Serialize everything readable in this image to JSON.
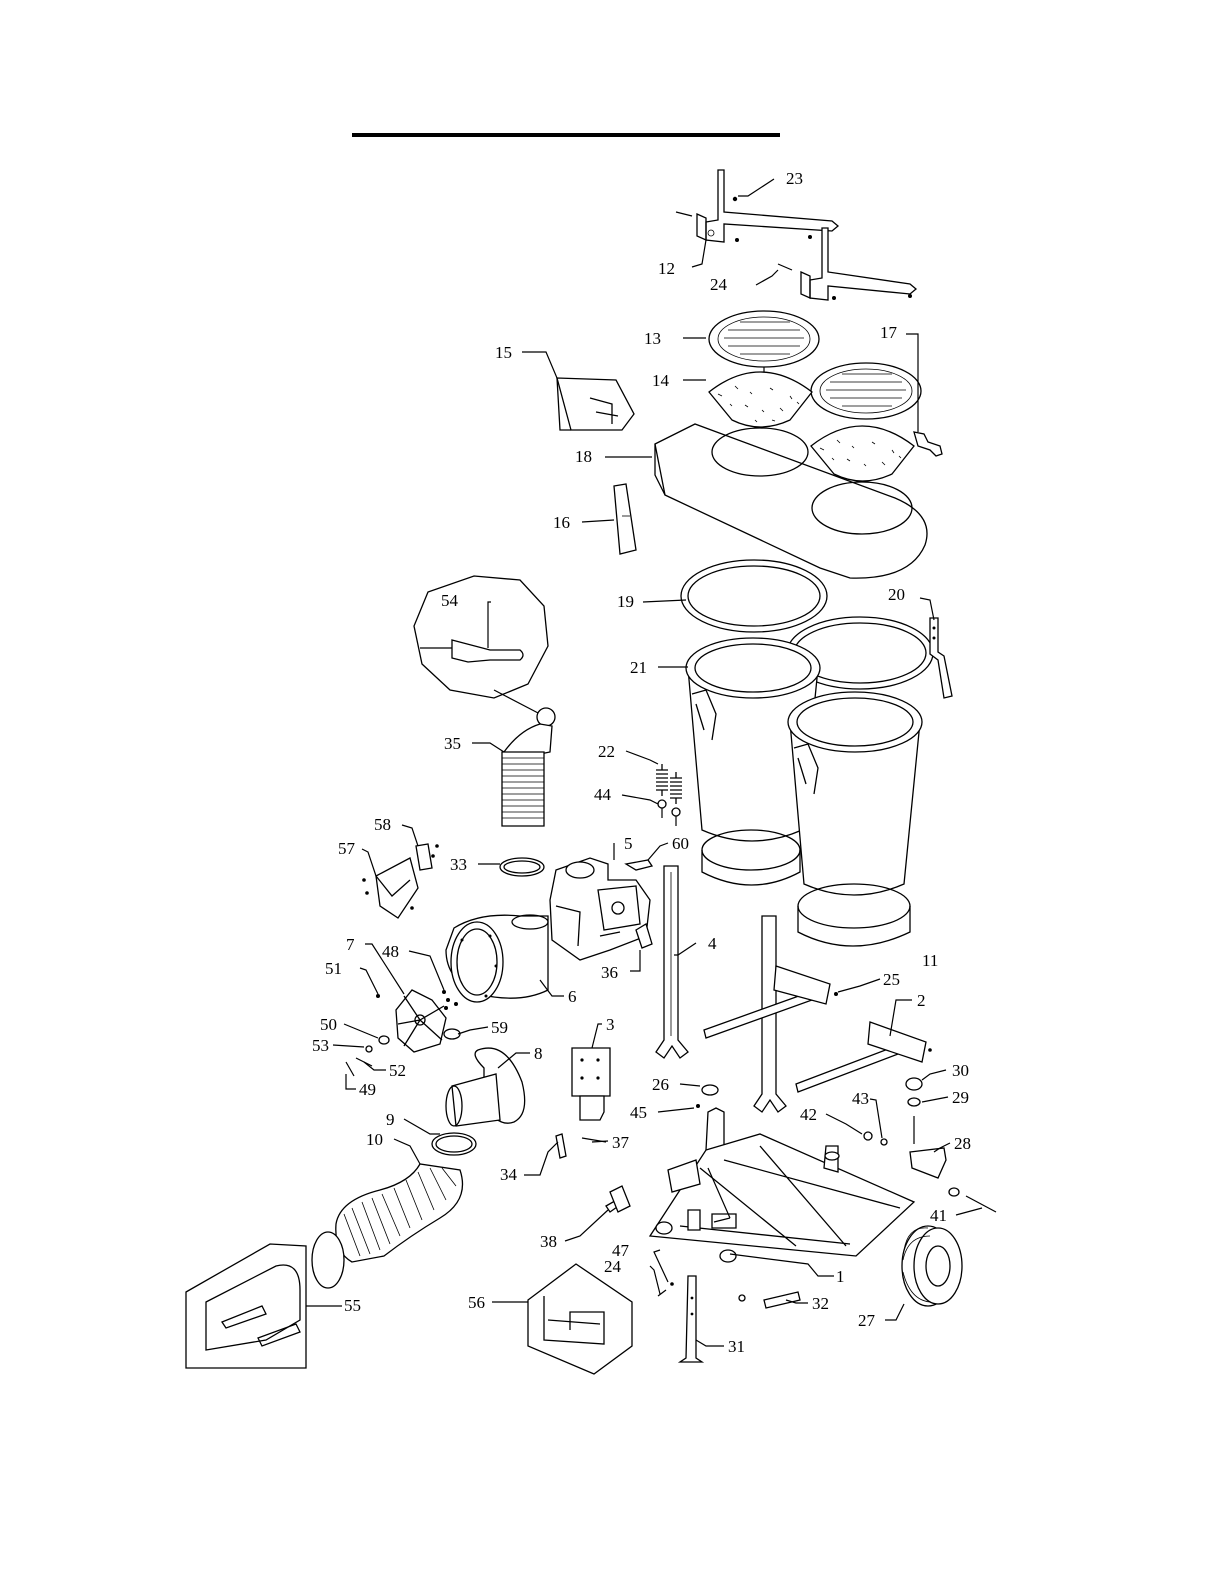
{
  "diagram": {
    "type": "exploded-parts-diagram",
    "labels": {
      "p1": "1",
      "p2": "2",
      "p3": "3",
      "p4": "4",
      "p5": "5",
      "p6": "6",
      "p7": "7",
      "p8": "8",
      "p9": "9",
      "p10": "10",
      "p11": "11",
      "p12": "12",
      "p13": "13",
      "p14": "14",
      "p15": "15",
      "p16": "16",
      "p17": "17",
      "p18": "18",
      "p19": "19",
      "p20": "20",
      "p21": "21",
      "p22": "22",
      "p23": "23",
      "p24a": "24",
      "p24b": "24",
      "p25": "25",
      "p26": "26",
      "p27": "27",
      "p28": "28",
      "p29": "29",
      "p30": "30",
      "p31": "31",
      "p32": "32",
      "p33": "33",
      "p34": "34",
      "p35": "35",
      "p36": "36",
      "p37": "37",
      "p38": "38",
      "p41": "41",
      "p42": "42",
      "p43": "43",
      "p44": "44",
      "p45": "45",
      "p47": "47",
      "p48": "48",
      "p49": "49",
      "p50": "50",
      "p51": "51",
      "p52": "52",
      "p53": "53",
      "p54": "54",
      "p55": "55",
      "p56": "56",
      "p57": "57",
      "p58": "58",
      "p59": "59",
      "p60": "60"
    }
  }
}
